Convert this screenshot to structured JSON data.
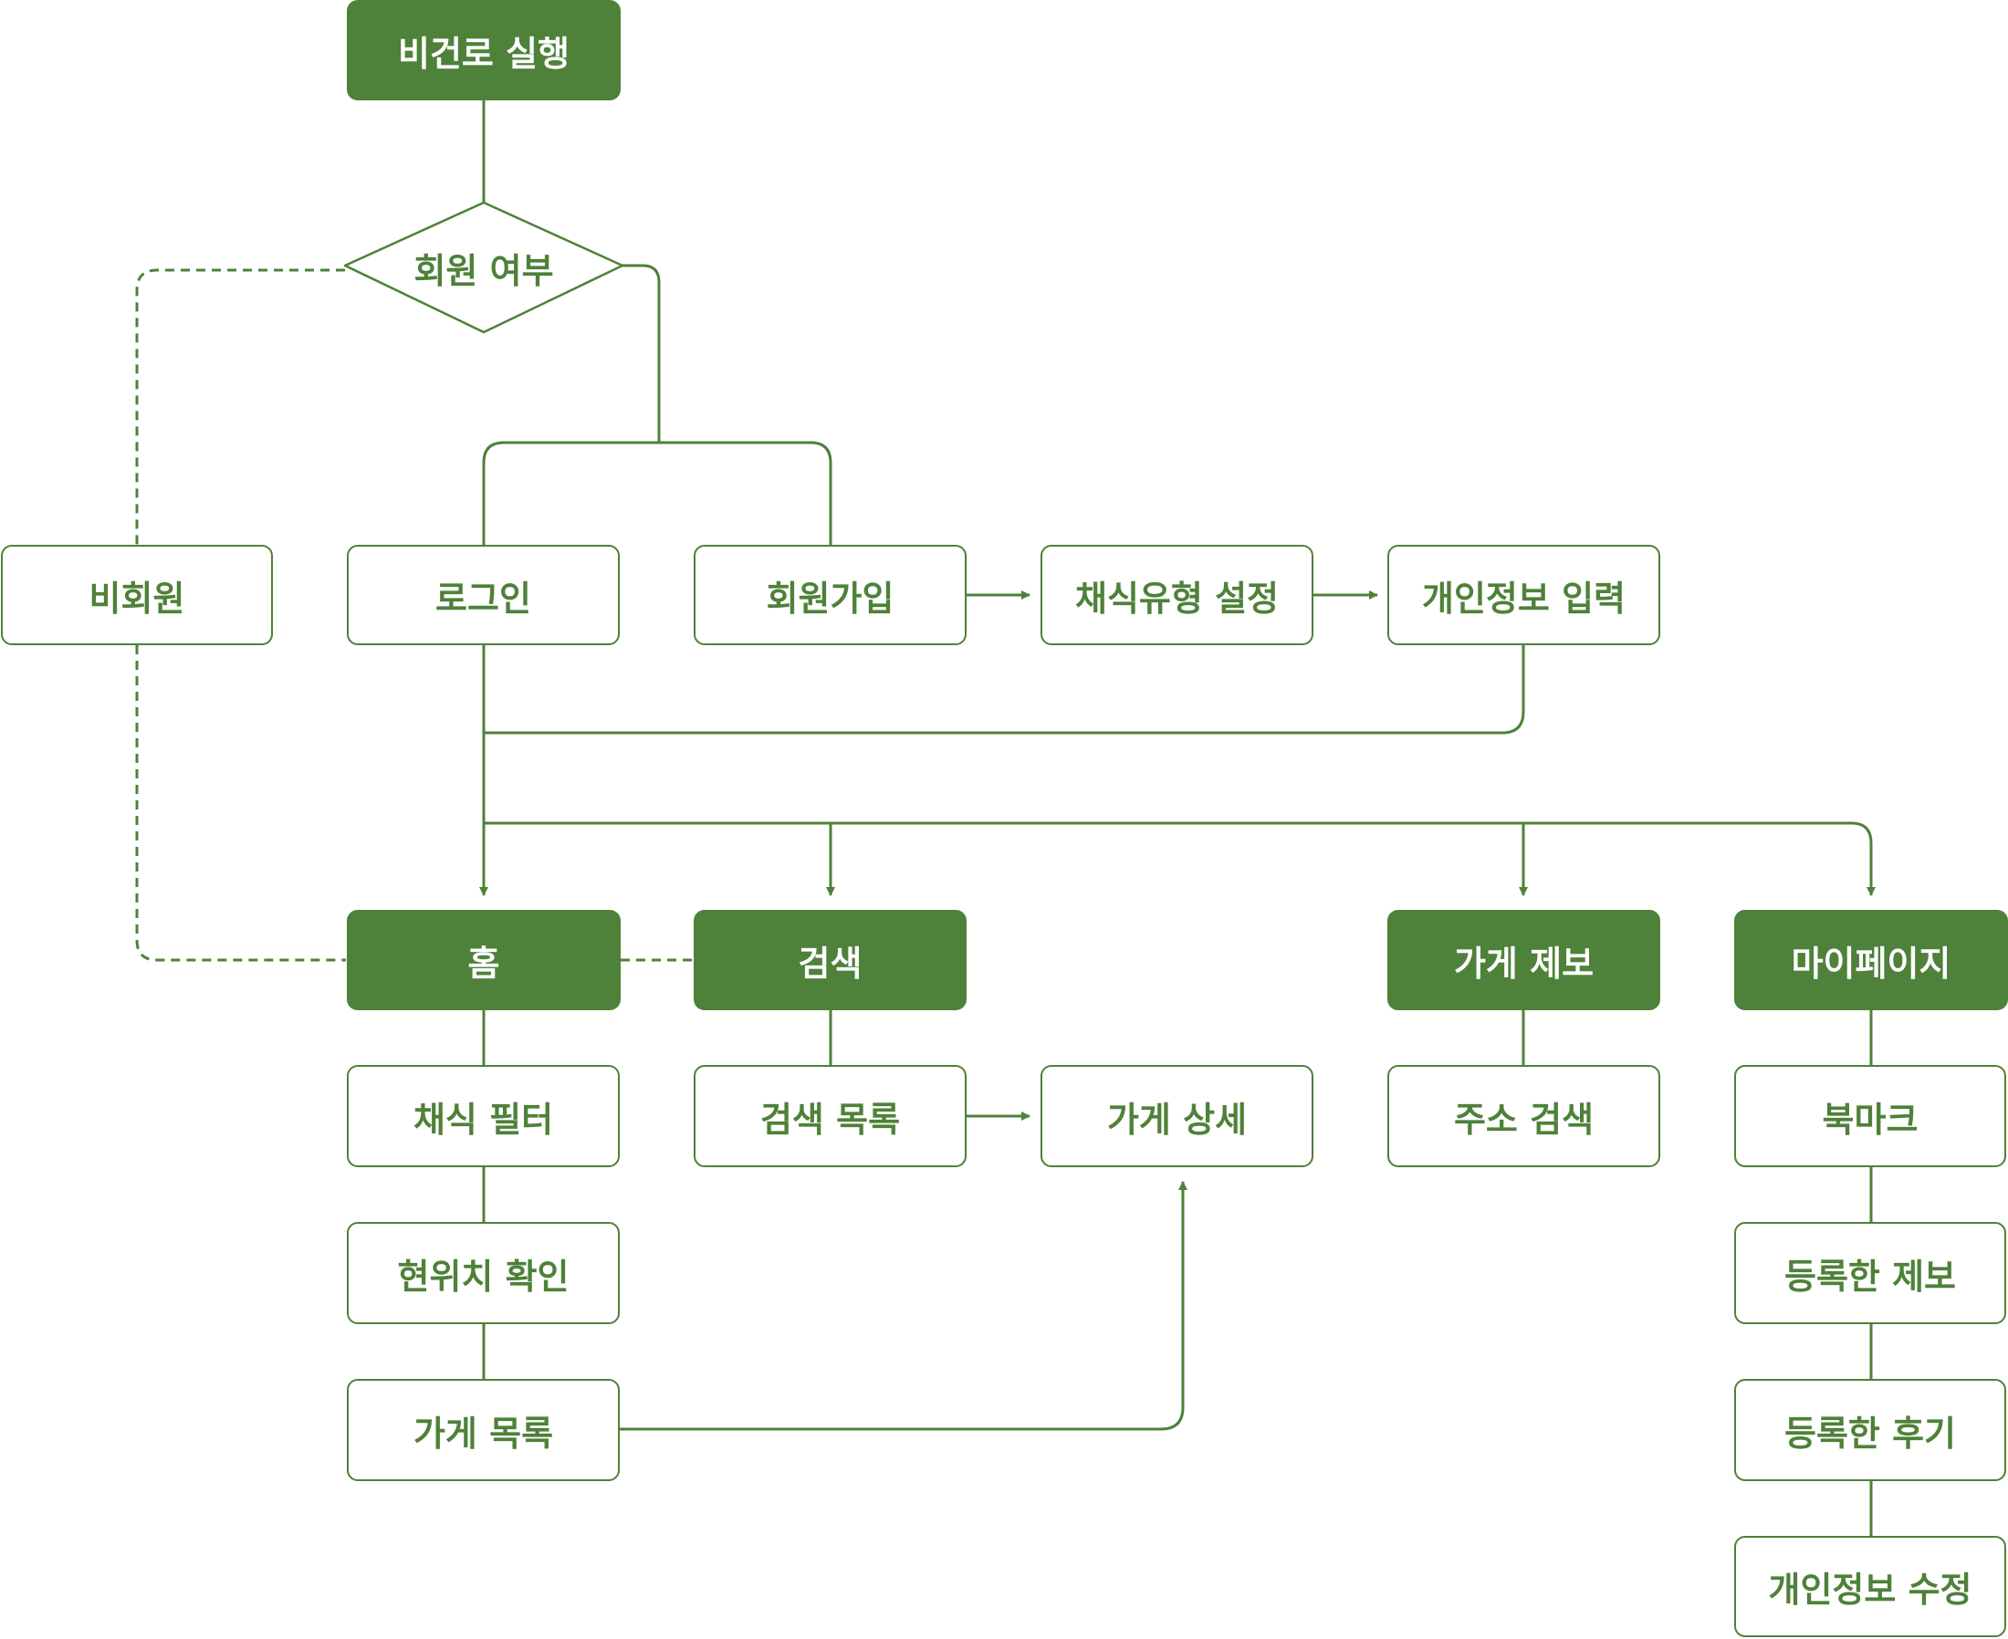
{
  "colors": {
    "accent": "#4e8139",
    "background": "#ffffff"
  },
  "nodes": {
    "start": "비건로 실행",
    "member_check": "회원 여부",
    "non_member": "비회원",
    "login": "로그인",
    "signup": "회원가입",
    "diet_type": "채식유형 설정",
    "personal_info_input": "개인정보 입력",
    "home": "홈",
    "search": "검색",
    "store_report": "가게 제보",
    "mypage": "마이페이지",
    "diet_filter": "채식 필터",
    "location_check": "현위치 확인",
    "store_list": "가게 목록",
    "search_list": "검색 목록",
    "store_detail": "가게 상세",
    "address_search": "주소 검색",
    "bookmark": "북마크",
    "my_reports": "등록한 제보",
    "my_reviews": "등록한 후기",
    "personal_info_edit": "개인정보 수정"
  }
}
